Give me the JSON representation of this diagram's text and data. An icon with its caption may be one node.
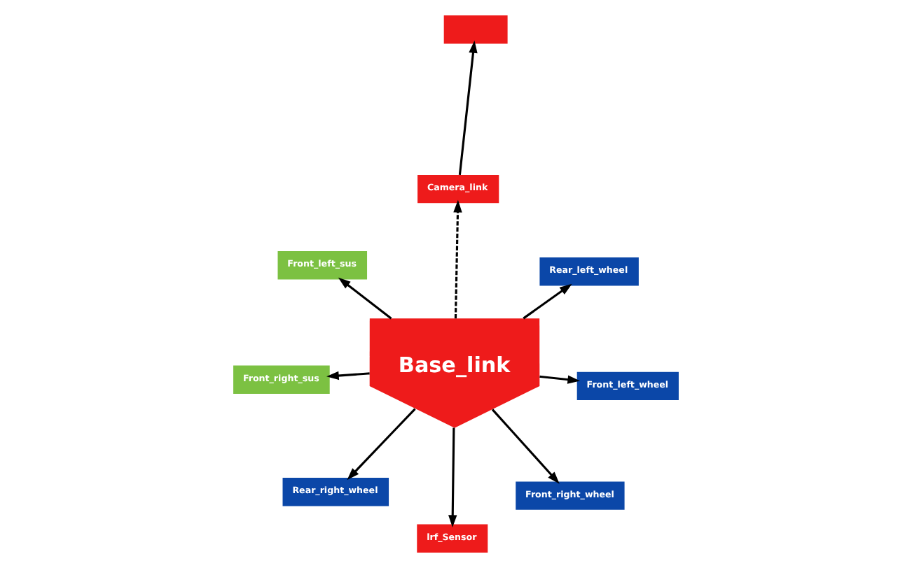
{
  "diagram": {
    "nodes": [
      {
        "text": [
          "Base_link"
        ]
      },
      {
        "text": [
          "Rear_left_wheel"
        ]
      },
      {
        "text": [
          "Rear_right_wheel"
        ]
      },
      {
        "text": [
          "Camera_link"
        ]
      },
      {
        "text": [],
        "shape": "box"
      },
      {
        "text": [
          "Front_left_sus"
        ]
      },
      {
        "text": [
          "Front_right_sus"
        ]
      },
      {
        "text": [
          "Front_left_wheel"
        ]
      },
      {
        "text": [
          "lrf_Sensor"
        ]
      },
      {
        "text": [
          "Front_right_wheel"
        ]
      }
    ],
    "edges": [
      {
        "from": 0,
        "to": 1,
        "arrow": "to"
      },
      {
        "from": 0,
        "to": 2,
        "arrow": "to"
      },
      {
        "from": 0,
        "to": 3,
        "arrow": "to",
        "style": "dashed"
      },
      {
        "from": 3,
        "to": 4,
        "arrow": "to"
      },
      {
        "from": 0,
        "to": 5,
        "arrow": "to"
      },
      {
        "from": 0,
        "to": 6,
        "arrow": "to"
      },
      {
        "from": 0,
        "to": 7,
        "arrow": "to"
      },
      {
        "from": 0,
        "to": 8,
        "arrow": "to"
      },
      {
        "from": 0,
        "to": 9,
        "arrow": "to"
      }
    ]
  }
}
